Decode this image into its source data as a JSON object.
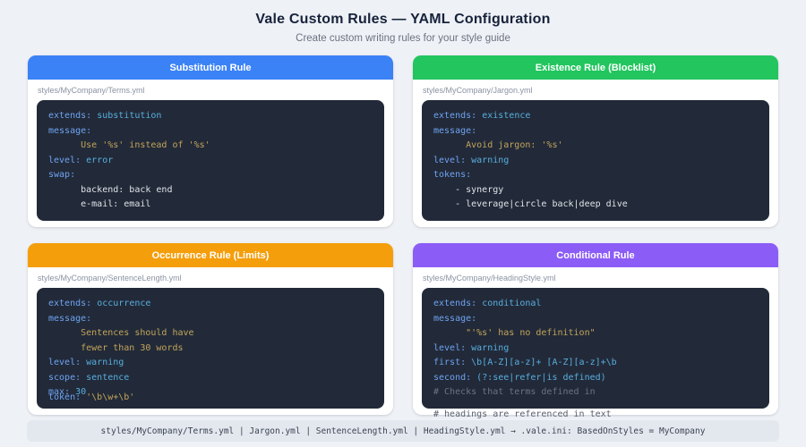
{
  "page": {
    "title": "Vale Custom Rules — YAML Configuration",
    "subtitle": "Create custom writing rules for your style guide"
  },
  "cards": [
    {
      "id": "substitution-rule",
      "title": "Substitution Rule",
      "color": "#3b82f6",
      "path": "styles/MyCompany/Terms.yml",
      "code": [
        {
          "seg": [
            [
              "extends:",
              "key"
            ],
            [
              " substitution",
              "val"
            ]
          ]
        },
        {
          "seg": [
            [
              "message:",
              "key"
            ]
          ]
        },
        {
          "seg": [
            [
              "      Use '%s' instead of '%s'",
              "str"
            ]
          ]
        },
        {
          "seg": [
            [
              "level:",
              "key"
            ],
            [
              " error",
              "val"
            ]
          ]
        },
        {
          "seg": [
            [
              "swap:",
              "key"
            ]
          ]
        },
        {
          "seg": [
            [
              "      backend: back end",
              "plain"
            ]
          ]
        },
        {
          "seg": [
            [
              "      e-mail: email",
              "plain"
            ]
          ]
        }
      ]
    },
    {
      "id": "existence-rule",
      "title": "Existence Rule (Blocklist)",
      "color": "#22c55e",
      "path": "styles/MyCompany/Jargon.yml",
      "code": [
        {
          "seg": [
            [
              "extends:",
              "key"
            ],
            [
              " existence",
              "val"
            ]
          ]
        },
        {
          "seg": [
            [
              "message:",
              "key"
            ]
          ]
        },
        {
          "seg": [
            [
              "      Avoid jargon: '%s'",
              "str"
            ]
          ]
        },
        {
          "seg": [
            [
              "level:",
              "key"
            ],
            [
              " warning",
              "val"
            ]
          ]
        },
        {
          "seg": [
            [
              "tokens:",
              "key"
            ]
          ]
        },
        {
          "seg": [
            [
              "    - synergy",
              "plain"
            ]
          ]
        },
        {
          "seg": [
            [
              "    - leverage|circle back|deep dive",
              "plain"
            ]
          ]
        }
      ]
    },
    {
      "id": "occurrence-rule",
      "title": "Occurrence Rule (Limits)",
      "color": "#f59e0b",
      "path": "styles/MyCompany/SentenceLength.yml",
      "code": [
        {
          "seg": [
            [
              "extends:",
              "key"
            ],
            [
              " occurrence",
              "val"
            ]
          ]
        },
        {
          "seg": [
            [
              "message:",
              "key"
            ]
          ]
        },
        {
          "seg": [
            [
              "      Sentences should have",
              "str"
            ]
          ]
        },
        {
          "seg": [
            [
              "      fewer than 30 words",
              "str"
            ]
          ]
        },
        {
          "seg": [
            [
              "level:",
              "key"
            ],
            [
              " warning",
              "val"
            ]
          ]
        },
        {
          "seg": [
            [
              "scope:",
              "key"
            ],
            [
              " sentence",
              "val"
            ]
          ]
        },
        {
          "seg": [
            [
              "max:",
              "key"
            ],
            [
              " 30",
              "val"
            ]
          ]
        },
        {
          "cls": "overlap",
          "seg": [
            [
              "token:",
              "key"
            ],
            [
              " '\\b\\w+\\b'",
              "str"
            ]
          ]
        }
      ]
    },
    {
      "id": "conditional-rule",
      "title": "Conditional Rule",
      "color": "#8b5cf6",
      "path": "styles/MyCompany/HeadingStyle.yml",
      "code": [
        {
          "seg": [
            [
              "extends:",
              "key"
            ],
            [
              " conditional",
              "val"
            ]
          ]
        },
        {
          "seg": [
            [
              "message:",
              "key"
            ]
          ]
        },
        {
          "seg": [
            [
              "      \"'%s' has no definition\"",
              "str"
            ]
          ]
        },
        {
          "seg": [
            [
              "level:",
              "key"
            ],
            [
              " warning",
              "val"
            ]
          ]
        },
        {
          "seg": [
            [
              "first:",
              "key"
            ],
            [
              " \\b[A-Z][a-z]+ [A-Z][a-z]+\\b",
              "val"
            ]
          ]
        },
        {
          "seg": [
            [
              "second:",
              "key"
            ],
            [
              " (?:see|refer|is defined)",
              "val"
            ]
          ]
        },
        {
          "seg": [
            [
              "# Checks that terms defined in",
              "comment"
            ]
          ]
        }
      ],
      "after_code": "# headings are referenced in text"
    }
  ],
  "footer": {
    "text": "styles/MyCompany/Terms.yml | Jargon.yml | SentenceLength.yml | HeadingStyle.yml → .vale.ini: BasedOnStyles = MyCompany"
  }
}
